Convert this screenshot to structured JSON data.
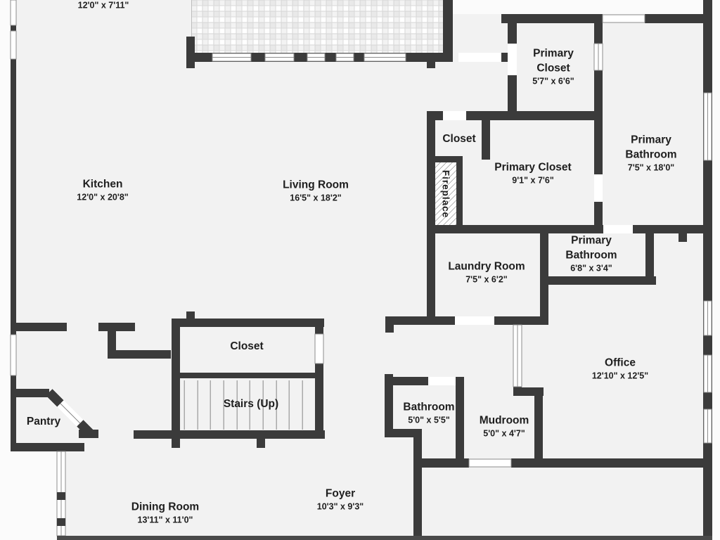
{
  "theme": {
    "wall": "#3b3b3b",
    "floor": "#f2f2f2",
    "outside": "#fbfbfb",
    "text": "#1e1e1e",
    "frame": "#8c8c8c",
    "stair_lines": "#a9a9a9",
    "deck_tile": "#e9e9e9",
    "hatch_line": "#5f5f5f",
    "bottom_band": "#4a4a4a"
  },
  "rooms": [
    {
      "id": "deck-top-left",
      "name": "",
      "dims": "12'0\" x 7'11\""
    },
    {
      "id": "kitchen",
      "name": "Kitchen",
      "dims": "12'0\" x 20'8\""
    },
    {
      "id": "living-room",
      "name": "Living Room",
      "dims": "16'5\" x 18'2\""
    },
    {
      "id": "primary-closet-a",
      "name": "Primary Closet",
      "dims": "5'7\" x 6'6\""
    },
    {
      "id": "closet-upper",
      "name": "Closet",
      "dims": ""
    },
    {
      "id": "primary-closet-b",
      "name": "Primary Closet",
      "dims": "9'1\" x 7'6\""
    },
    {
      "id": "primary-bathroom-a",
      "name": "Primary Bathroom",
      "dims": "7'5\" x 18'0\""
    },
    {
      "id": "fireplace",
      "name": "Fireplace",
      "dims": ""
    },
    {
      "id": "laundry-room",
      "name": "Laundry Room",
      "dims": "7'5\" x 6'2\""
    },
    {
      "id": "primary-bathroom-b",
      "name": "Primary Bathroom",
      "dims": "6'8\" x 3'4\""
    },
    {
      "id": "office",
      "name": "Office",
      "dims": "12'10\" x 12'5\""
    },
    {
      "id": "closet-mid",
      "name": "Closet",
      "dims": ""
    },
    {
      "id": "stairs",
      "name": "Stairs (Up)",
      "dims": ""
    },
    {
      "id": "pantry",
      "name": "Pantry",
      "dims": ""
    },
    {
      "id": "bathroom",
      "name": "Bathroom",
      "dims": "5'0\" x 5'5\""
    },
    {
      "id": "mudroom",
      "name": "Mudroom",
      "dims": "5'0\" x 4'7\""
    },
    {
      "id": "dining-room",
      "name": "Dining Room",
      "dims": "13'11\" x 11'0\""
    },
    {
      "id": "foyer",
      "name": "Foyer",
      "dims": "10'3\" x 9'3\""
    }
  ]
}
